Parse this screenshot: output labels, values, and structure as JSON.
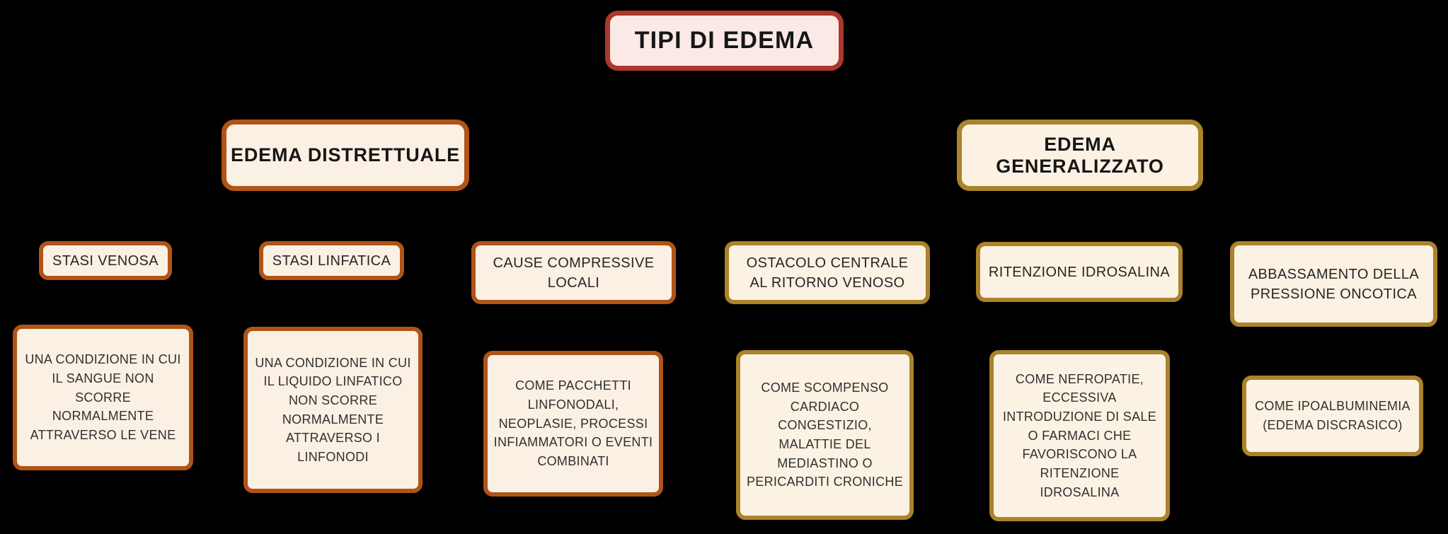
{
  "canvas": {
    "background": "#000000"
  },
  "title": {
    "label": "TIPI DI EDEMA",
    "border": "#AC372B",
    "fill": "#FBE9E6"
  },
  "branches": [
    {
      "label": "EDEMA DISTRETTUALE",
      "border": "#B05417",
      "fill": "#FBF0E4",
      "children": [
        {
          "label": "STASI VENOSA",
          "description": "UNA CONDIZIONE IN CUI IL SANGUE NON SCORRE NORMALMENTE ATTRAVERSO LE VENE"
        },
        {
          "label": "STASI LINFATICA",
          "description": "UNA CONDIZIONE IN CUI IL LIQUIDO LINFATICO NON SCORRE NORMALMENTE ATTRAVERSO I LINFONODI"
        },
        {
          "label": "CAUSE COMPRESSIVE LOCALI",
          "description": "COME PACCHETTI LINFONODALI, NEOPLASIE, PROCESSI INFIAMMATORI O EVENTI COMBINATI"
        }
      ]
    },
    {
      "label": "EDEMA GENERALIZZATO",
      "border": "#AA832A",
      "fill": "#FBF2E3",
      "children": [
        {
          "label": "OSTACOLO CENTRALE AL RITORNO VENOSO",
          "description": "COME SCOMPENSO CARDIACO CONGESTIZIO, MALATTIE DEL MEDIASTINO O PERICARDITI CRONICHE"
        },
        {
          "label": "RITENZIONE IDROSALINA",
          "description": "COME NEFROPATIE, ECCESSIVA INTRODUZIONE DI SALE O FARMACI CHE FAVORISCONO LA RITENZIONE IDROSALINA"
        },
        {
          "label": "ABBASSAMENTO DELLA PRESSIONE ONCOTICA",
          "description": "COME IPOALBUMINEMIA (EDEMA DISCRASICO)"
        }
      ]
    }
  ]
}
